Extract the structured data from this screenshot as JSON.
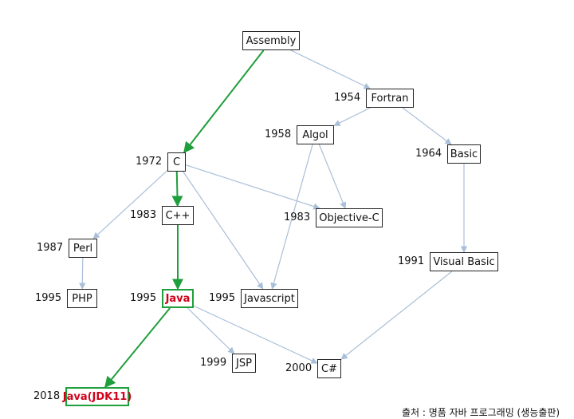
{
  "nodes": [
    {
      "id": "assembly",
      "label": "Assembly",
      "year": "",
      "highlight": false
    },
    {
      "id": "fortran",
      "label": "Fortran",
      "year": "1954",
      "highlight": false
    },
    {
      "id": "algol",
      "label": "Algol",
      "year": "1958",
      "highlight": false
    },
    {
      "id": "basic",
      "label": "Basic",
      "year": "1964",
      "highlight": false
    },
    {
      "id": "c",
      "label": "C",
      "year": "1972",
      "highlight": false
    },
    {
      "id": "cpp",
      "label": "C++",
      "year": "1983",
      "highlight": false
    },
    {
      "id": "objc",
      "label": "Objective-C",
      "year": "1983",
      "highlight": false
    },
    {
      "id": "perl",
      "label": "Perl",
      "year": "1987",
      "highlight": false
    },
    {
      "id": "vb",
      "label": "Visual Basic",
      "year": "1991",
      "highlight": false
    },
    {
      "id": "php",
      "label": "PHP",
      "year": "1995",
      "highlight": false
    },
    {
      "id": "java",
      "label": "Java",
      "year": "1995",
      "highlight": true
    },
    {
      "id": "js",
      "label": "Javascript",
      "year": "1995",
      "highlight": false
    },
    {
      "id": "jsp",
      "label": "JSP",
      "year": "1999",
      "highlight": false
    },
    {
      "id": "csharp",
      "label": "C#",
      "year": "2000",
      "highlight": false
    },
    {
      "id": "jdk11",
      "label": "Java(JDK11)",
      "year": "2018",
      "highlight": true
    }
  ],
  "edges": [
    {
      "from": "assembly",
      "to": "fortran",
      "main": false
    },
    {
      "from": "assembly",
      "to": "c",
      "main": true
    },
    {
      "from": "fortran",
      "to": "algol",
      "main": false
    },
    {
      "from": "fortran",
      "to": "basic",
      "main": false
    },
    {
      "from": "algol",
      "to": "objc",
      "main": false
    },
    {
      "from": "algol",
      "to": "js",
      "main": false
    },
    {
      "from": "c",
      "to": "cpp",
      "main": true
    },
    {
      "from": "c",
      "to": "perl",
      "main": false
    },
    {
      "from": "c",
      "to": "objc",
      "main": false
    },
    {
      "from": "c",
      "to": "js",
      "main": false
    },
    {
      "from": "cpp",
      "to": "java",
      "main": true
    },
    {
      "from": "perl",
      "to": "php",
      "main": false
    },
    {
      "from": "basic",
      "to": "vb",
      "main": false
    },
    {
      "from": "vb",
      "to": "csharp",
      "main": false
    },
    {
      "from": "java",
      "to": "jsp",
      "main": false
    },
    {
      "from": "java",
      "to": "csharp",
      "main": false
    },
    {
      "from": "java",
      "to": "jdk11",
      "main": true
    }
  ],
  "colors": {
    "main_arrow": "#1f9e3c",
    "secondary_arrow": "#a9bfd8",
    "highlight_text": "#d0021b"
  },
  "caption": "출처 :  명품 자바 프로그래밍 (생능출판)"
}
